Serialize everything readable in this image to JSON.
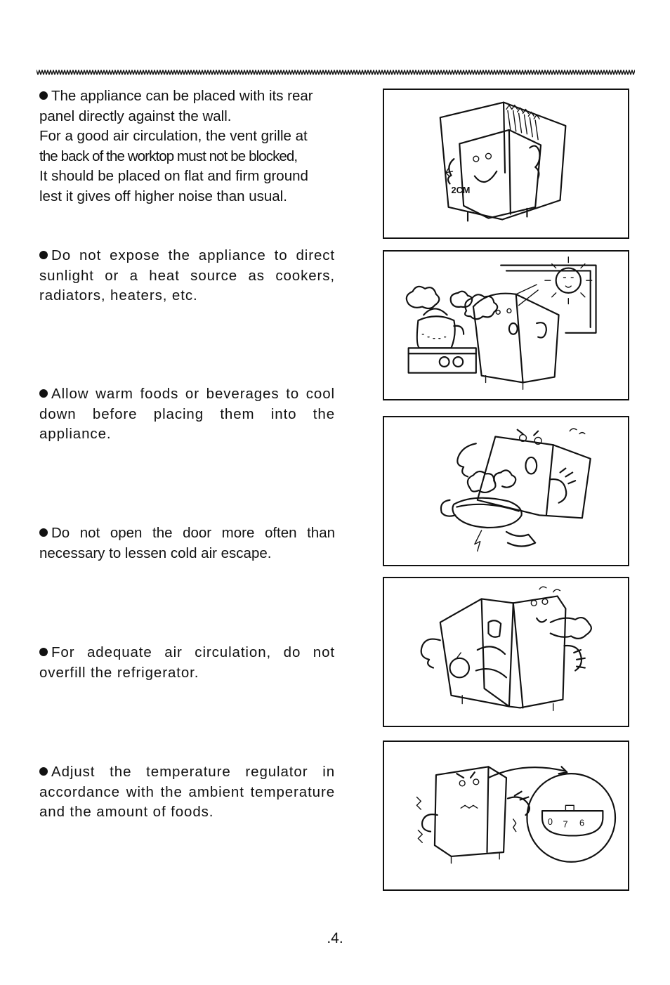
{
  "blocks": [
    {
      "lead": "The appliance can be placed with its rear panel directly against the wall.",
      "lines": [
        "For a good air circulation, the vent grille at",
        "the back of the worktop must not be blocked,",
        "It should be placed on flat and firm ground",
        "lest it gives off higher noise than usual."
      ],
      "illustration_label": "2CM"
    },
    {
      "text": "Do not expose the appliance to direct sunlight or a heat source as cookers, radiators, heaters, etc."
    },
    {
      "text": "Allow warm foods or beverages to cool down before placing  them  into the appliance."
    },
    {
      "text": "Do not open the door more often than necessary to lessen cold air escape."
    },
    {
      "text": "For adequate air circulation, do not overfill the refrigerator."
    },
    {
      "text": "Adjust the temperature regulator in accordance with the ambient temperature and the amount of foods.",
      "dial_labels": [
        "0",
        "7",
        "6"
      ]
    }
  ],
  "page_number": ".4."
}
